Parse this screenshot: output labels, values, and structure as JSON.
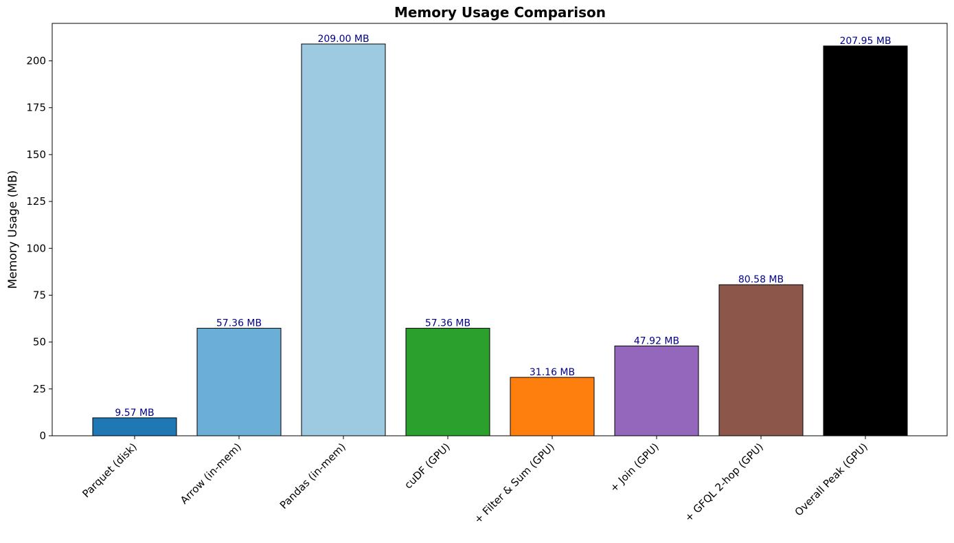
{
  "chart_data": {
    "type": "bar",
    "title": "Memory Usage Comparison",
    "xlabel": "",
    "ylabel": "Memory Usage (MB)",
    "ylim": [
      0,
      220
    ],
    "yticks": [
      0,
      25,
      50,
      75,
      100,
      125,
      150,
      175,
      200
    ],
    "grid": false,
    "categories": [
      "Parquet (disk)",
      "Arrow (in-mem)",
      "Pandas (in-mem)",
      "cuDF (GPU)",
      "+ Filter & Sum (GPU)",
      "+ Join (GPU)",
      "+ GFQL 2-hop (GPU)",
      "Overall Peak (GPU)"
    ],
    "values": [
      9.57,
      57.36,
      209.0,
      57.36,
      31.16,
      47.92,
      80.58,
      207.95
    ],
    "data_labels": [
      "9.57 MB",
      "57.36 MB",
      "209.00 MB",
      "57.36 MB",
      "31.16 MB",
      "47.92 MB",
      "80.58 MB",
      "207.95 MB"
    ],
    "colors": [
      "#1f77b4",
      "#6baed6",
      "#9ecae1",
      "#2ca02c",
      "#ff7f0e",
      "#9467bd",
      "#8c564b",
      "#000000"
    ],
    "edge_color": "#000000",
    "data_label_color": "#00008b"
  }
}
